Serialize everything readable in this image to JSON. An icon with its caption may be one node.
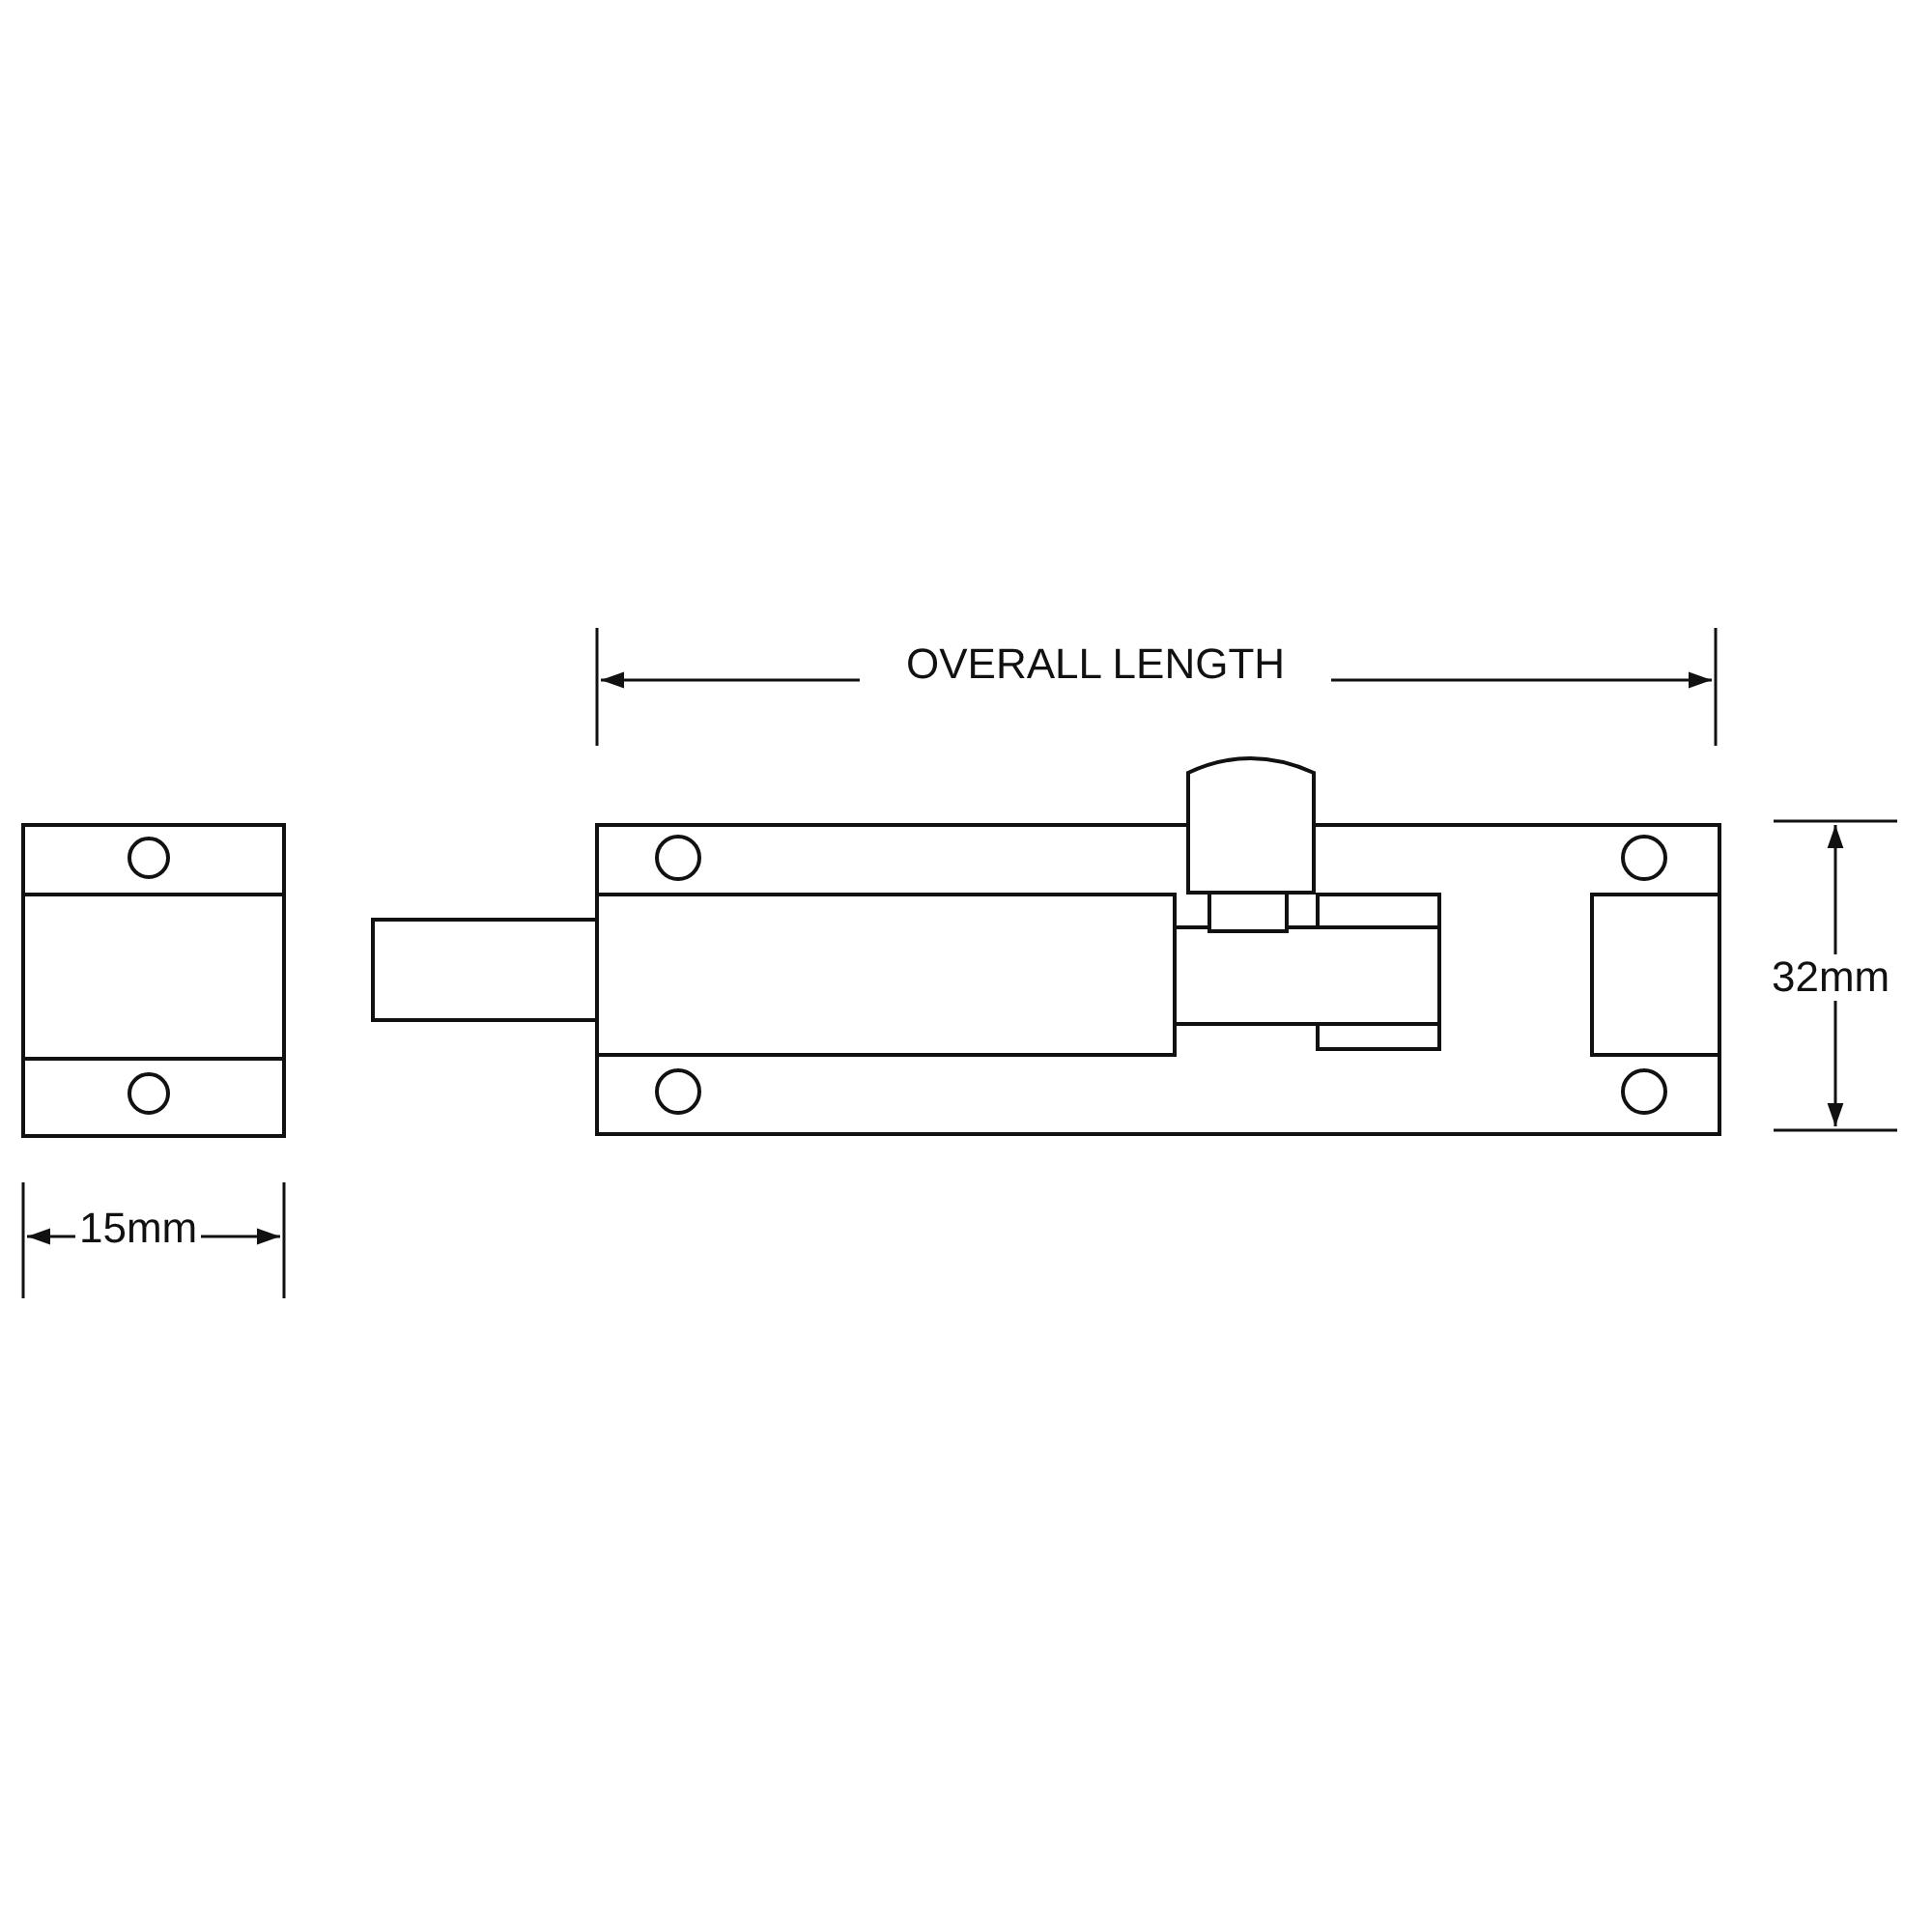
{
  "diagram": {
    "labels": [
      "OVERALL LENGTH",
      "32mm",
      "15mm"
    ]
  }
}
